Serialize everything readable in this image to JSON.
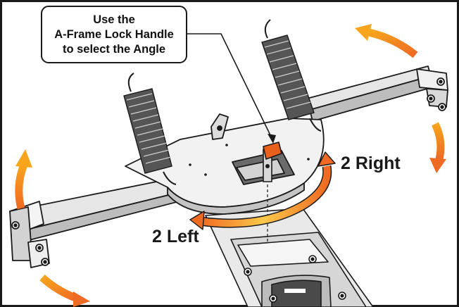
{
  "callout": {
    "line1": "Use the",
    "line2": "A-Frame Lock Handle",
    "line3": "to select the Angle"
  },
  "labels": {
    "right": "2 Right",
    "left": "2 Left"
  },
  "colors": {
    "frame": "#1a1a1a",
    "arrow_start": "#fde7a0",
    "arrow_mid": "#f7a51d",
    "arrow_end": "#ef6a23",
    "handle": "#e8601c",
    "blade_face": "#e6e6e6",
    "blade_shadow": "#bdbdbd",
    "plate": "#f2f2f2"
  },
  "icons": {
    "rotation_arrow": "curved-double-arrow",
    "corner_arrows": "curved-tip-arrows"
  }
}
